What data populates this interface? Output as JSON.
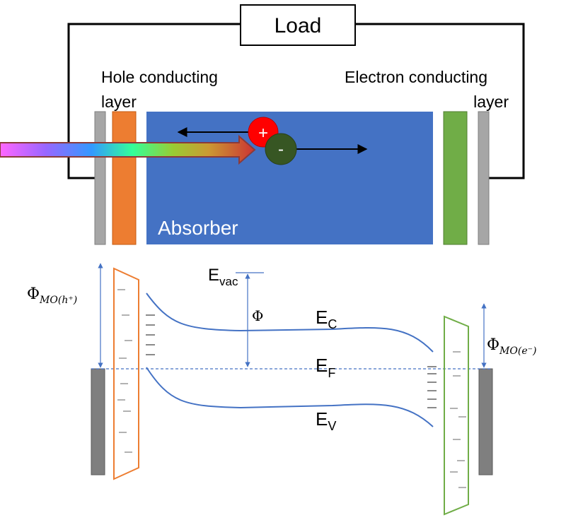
{
  "circuit": {
    "load_label": "Load"
  },
  "layers": {
    "hole_label_line1": "Hole conducting",
    "hole_label_line2": "layer",
    "electron_label_line1": "Electron conducting",
    "electron_label_line2": "layer",
    "absorber_label": "Absorber"
  },
  "carriers": {
    "hole_symbol": "+",
    "electron_symbol": "-"
  },
  "energy": {
    "phi_mo_h_base": "Φ",
    "phi_mo_h_sub": "MO(h⁺)",
    "phi_mo_e_base": "Φ",
    "phi_mo_e_sub": "MO(e⁻)",
    "evac_base": "E",
    "evac_sub": "vac",
    "phi_label": "Φ",
    "ec_base": "E",
    "ec_sub": "C",
    "ef_base": "E",
    "ef_sub": "F",
    "ev_base": "E",
    "ev_sub": "V"
  },
  "colors": {
    "absorber": "#4472c4",
    "hole_layer": "#ed7d31",
    "electron_layer": "#70ad47",
    "contact": "#a6a6a6",
    "band": "#4472c4",
    "hole": "#ff0000",
    "electron": "#375623"
  }
}
